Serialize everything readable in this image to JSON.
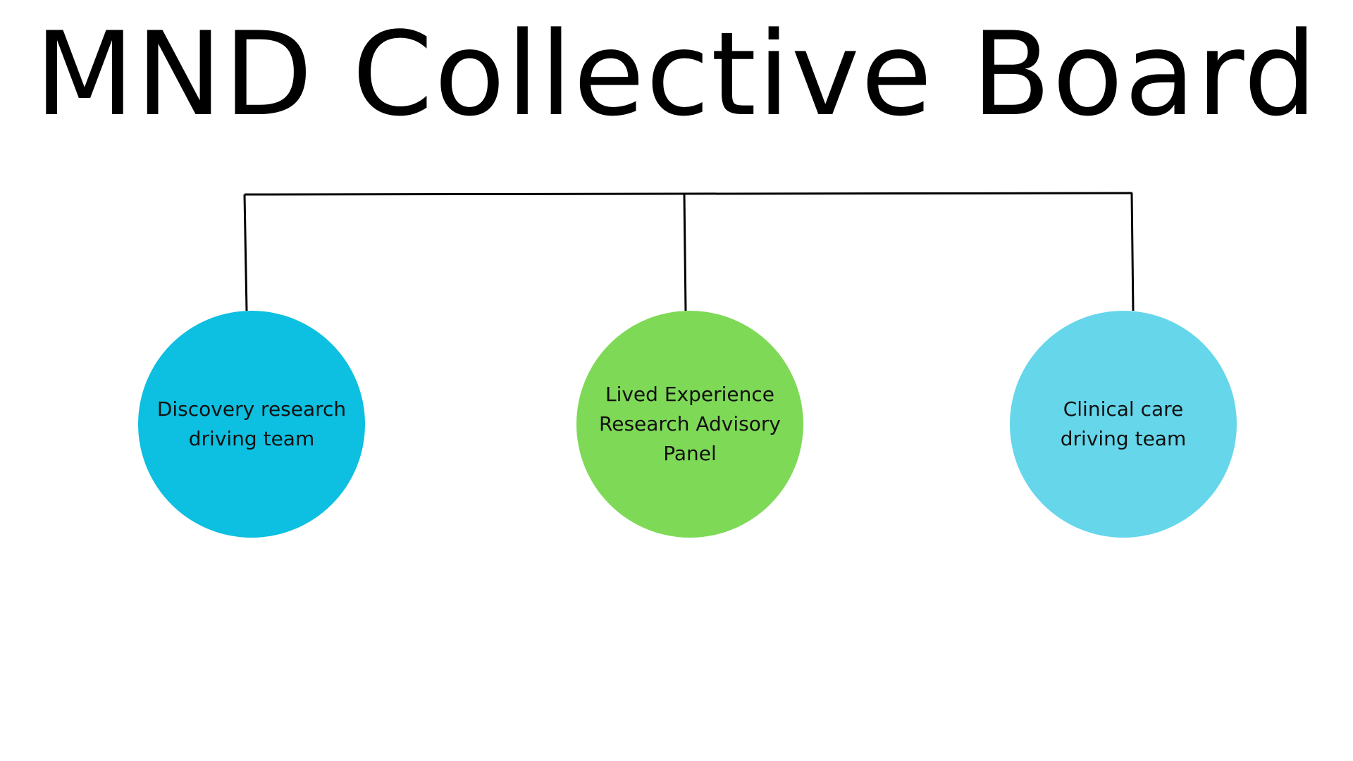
{
  "title": "MND Collective Board",
  "nodes": [
    {
      "id": "discovery",
      "label": "Discovery research\ndriving team",
      "color": "#0DBFE0"
    },
    {
      "id": "lived",
      "label": "Lived Experience\nResearch Advisory\nPanel",
      "color": "#7ED957"
    },
    {
      "id": "clinical",
      "label": "Clinical care\ndriving team",
      "color": "#66D6EA"
    }
  ],
  "connector_color": "#000000"
}
